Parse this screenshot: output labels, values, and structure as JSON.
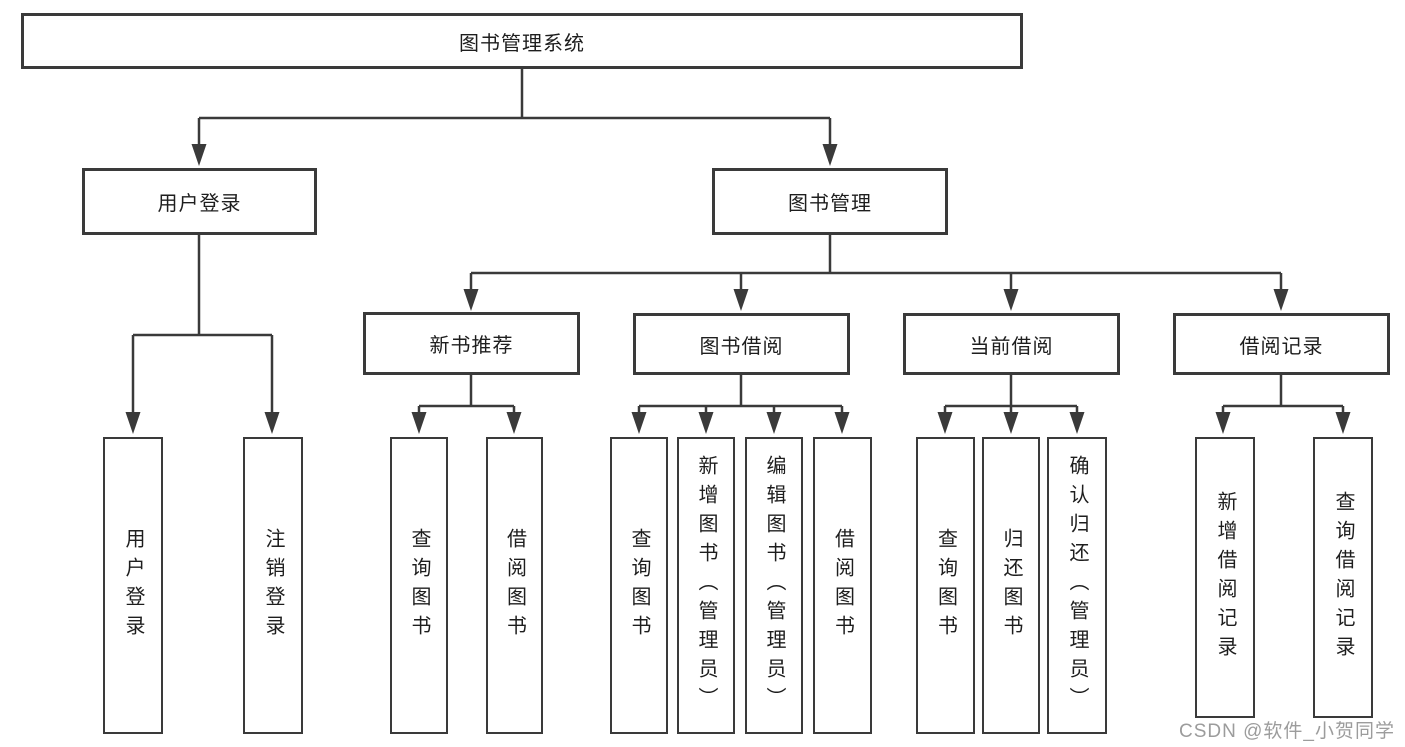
{
  "colors": {
    "line": "#3a3a3a",
    "text": "#1e1e1e",
    "background": "#ffffff",
    "watermark": "#9c9c9c"
  },
  "tree": {
    "label": "图书管理系统",
    "children": [
      {
        "label": "用户登录",
        "children": [
          {
            "label": "用户登录"
          },
          {
            "label": "注销登录"
          }
        ]
      },
      {
        "label": "图书管理",
        "children": [
          {
            "label": "新书推荐",
            "children": [
              {
                "label": "查询图书"
              },
              {
                "label": "借阅图书"
              }
            ]
          },
          {
            "label": "图书借阅",
            "children": [
              {
                "label": "查询图书"
              },
              {
                "label": "新增图书（管理员）"
              },
              {
                "label": "编辑图书（管理员）"
              },
              {
                "label": "借阅图书"
              }
            ]
          },
          {
            "label": "当前借阅",
            "children": [
              {
                "label": "查询图书"
              },
              {
                "label": "归还图书"
              },
              {
                "label": "确认归还（管理员）"
              }
            ]
          },
          {
            "label": "借阅记录",
            "children": [
              {
                "label": "新增借阅记录"
              },
              {
                "label": "查询借阅记录"
              }
            ]
          }
        ]
      }
    ]
  },
  "watermark": {
    "text": "CSDN @软件_小贺同学"
  }
}
